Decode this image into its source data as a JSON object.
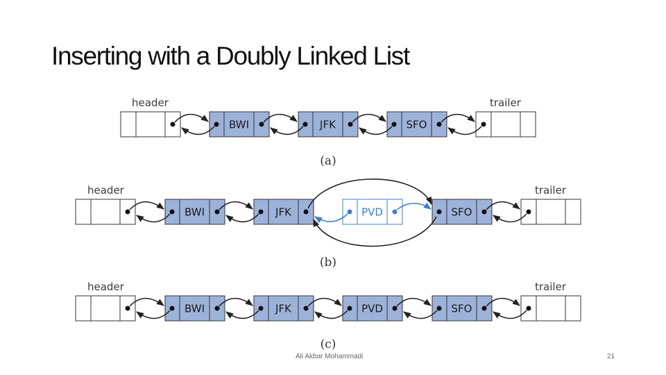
{
  "slide": {
    "title": "Inserting with a Doubly Linked List",
    "footer": "Ali Akbar Mohammadi",
    "page_number": "21"
  },
  "diagram": {
    "header_label": "header",
    "trailer_label": "trailer",
    "rows": [
      {
        "caption": "(a)",
        "nodes": [
          "BWI",
          "JFK",
          "SFO"
        ]
      },
      {
        "caption": "(b)",
        "nodes": [
          "BWI",
          "JFK",
          "SFO"
        ],
        "new_node": "PVD"
      },
      {
        "caption": "(c)",
        "nodes": [
          "BWI",
          "JFK",
          "PVD",
          "SFO"
        ]
      }
    ]
  },
  "colors": {
    "node_fill": "#9db2d9",
    "new_node_stroke": "#3a7fd0",
    "new_node_fill": "#ffffff",
    "line": "#222222"
  }
}
